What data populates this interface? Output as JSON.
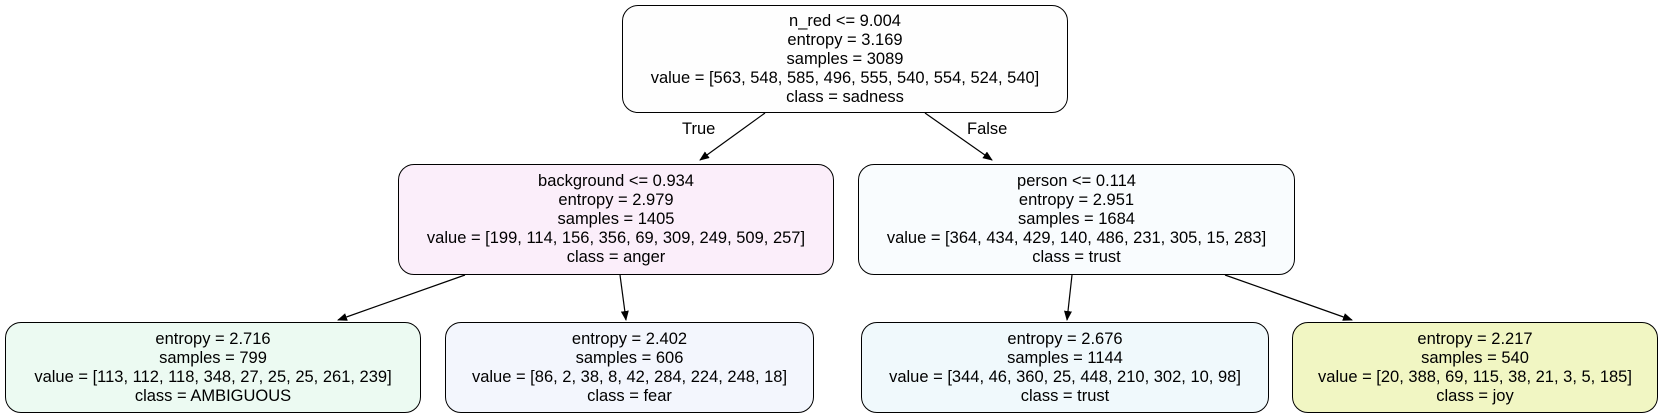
{
  "nodes": {
    "root": {
      "split": "n_red <= 9.004",
      "entropy": "entropy = 3.169",
      "samples": "samples = 3089",
      "value": "value = [563, 548, 585, 496, 555, 540, 554, 524, 540]",
      "class": "class = sadness",
      "color": "#fefefe"
    },
    "left": {
      "split": "background <= 0.934",
      "entropy": "entropy = 2.979",
      "samples": "samples = 1405",
      "value": "value = [199, 114, 156, 356, 69, 309, 249, 509, 257]",
      "class": "class = anger",
      "color": "#fbeefa"
    },
    "right": {
      "split": "person <= 0.114",
      "entropy": "entropy = 2.951",
      "samples": "samples = 1684",
      "value": "value = [364, 434, 429, 140, 486, 231, 305, 15, 283]",
      "class": "class = trust",
      "color": "#f9fcfe"
    },
    "left_left": {
      "entropy": "entropy = 2.716",
      "samples": "samples = 799",
      "value": "value = [113, 112, 118, 348, 27, 25, 25, 261, 239]",
      "class": "class = AMBIGUOUS",
      "color": "#ecfaf2"
    },
    "left_right": {
      "entropy": "entropy = 2.402",
      "samples": "samples = 606",
      "value": "value = [86, 2, 38, 8, 42, 284, 224, 248, 18]",
      "class": "class = fear",
      "color": "#f3f6fd"
    },
    "right_left": {
      "entropy": "entropy = 2.676",
      "samples": "samples = 1144",
      "value": "value = [344, 46, 360, 25, 448, 210, 302, 10, 98]",
      "class": "class = trust",
      "color": "#f0f9fc"
    },
    "right_right": {
      "entropy": "entropy = 2.217",
      "samples": "samples = 540",
      "value": "value = [20, 388, 69, 115, 38, 21, 3, 5, 185]",
      "class": "class = joy",
      "color": "#f1f6c3"
    }
  },
  "edge_labels": {
    "true": "True",
    "false": "False"
  }
}
